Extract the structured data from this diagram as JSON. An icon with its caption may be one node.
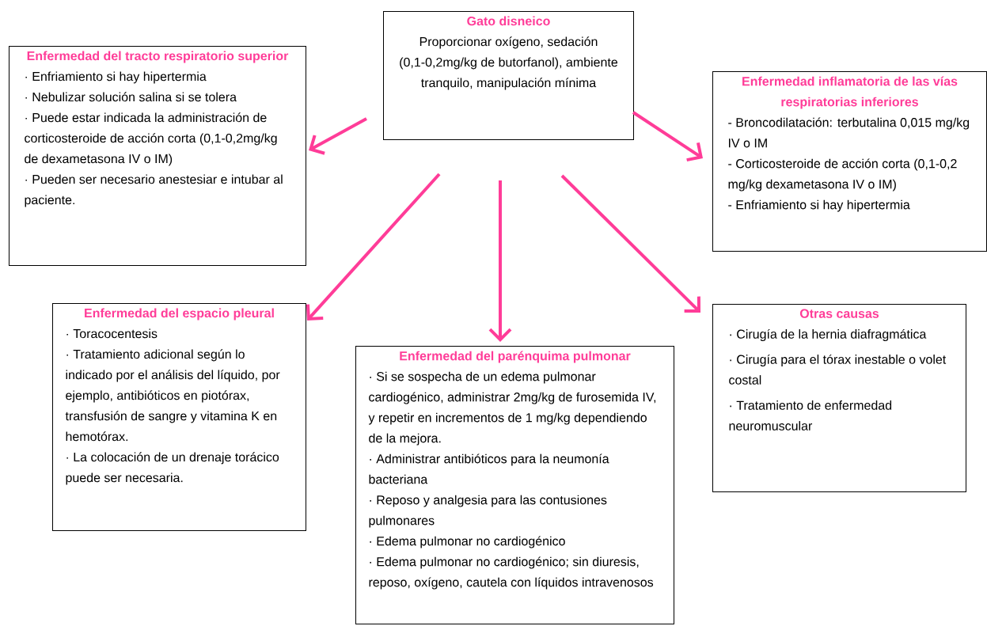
{
  "diagram": {
    "nodes": [
      {
        "text": [
          "Gato disneico",
          "Proporcionar oxígeno, sedación (0,1-0,2mg/kg de butorfanol), ambiente tranquilo, manipulación mínima"
        ]
      },
      {
        "text": [
          "Enfermedad del tracto respiratorio superior",
          "· Enfriamiento si hay hipertermia",
          "· Nebulizar solución salina si se tolera",
          "· Puede estar indicada la administración de corticosteroide de acción corta (0,1-0,2mg/kg de dexametasona IV o IM)",
          "· Pueden ser necesario anestesiar e intubar al paciente."
        ]
      },
      {
        "text": [
          "Enfermedad inflamatoria de las vías respiratorias inferiores",
          "- Broncodilatación: terbutalina 0,015 mg/kg IV o IM",
          "- Corticosteroide de acción corta (0,1-0,2 mg/kg dexametasona IV o IM)",
          "- Enfriamiento si hay hipertermia"
        ]
      },
      {
        "text": [
          "Enfermedad del espacio pleural",
          "· Toracocentesis",
          "· Tratamiento adicional según lo indicado por el análisis del líquido, por ejemplo, antibióticos en piotórax, transfusión de sangre y vitamina K en hemotórax.",
          "· La colocación de un drenaje torácico puede ser necesaria."
        ]
      },
      {
        "text": [
          "Enfermedad del parénquima pulmonar",
          "· Si se sospecha de un edema pulmonar cardiogénico, administrar 2mg/kg de furosemida IV, y repetir en incrementos de 1 mg/kg dependiendo de la mejora.",
          "· Administrar antibióticos para la neumonía bacteriana",
          "· Reposo y analgesia para las contusiones pulmonares",
          "· Edema pulmonar no cardiogénico",
          "· Edema pulmonar no cardiogénico; sin diuresis, reposo, oxígeno, cautela con líquidos intravenosos"
        ]
      },
      {
        "text": [
          "Otras causas",
          "· Cirugía de la hernia diafragmática",
          "· Cirugía para el tórax inestable o volet costal",
          "· Tratamiento de enfermedad neuromuscular"
        ]
      }
    ],
    "edges": [
      {
        "from": 0,
        "to": 1,
        "arrow": "to"
      },
      {
        "from": 0,
        "to": 2,
        "arrow": "to"
      },
      {
        "from": 0,
        "to": 3,
        "arrow": "to"
      },
      {
        "from": 0,
        "to": 4,
        "arrow": "to"
      },
      {
        "from": 0,
        "to": 5,
        "arrow": "to"
      }
    ]
  }
}
